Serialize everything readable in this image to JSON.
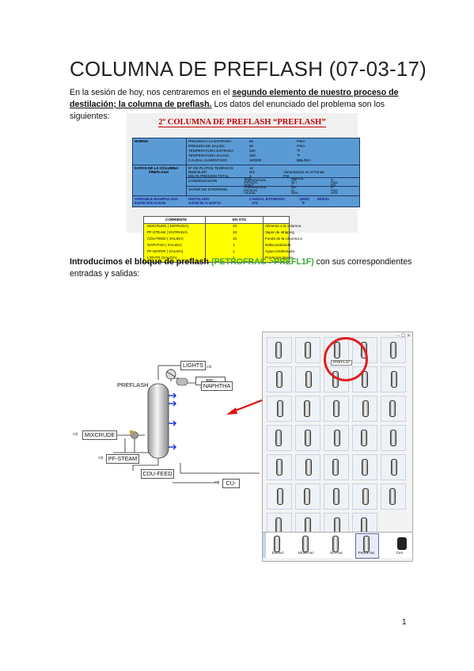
{
  "title": "COLUMNA DE PREFLASH (07-03-17)",
  "intro": {
    "part1": "En la sesión de hoy, nos centraremos en el ",
    "bold_underlined": "segundo elemento de nuestro proceso de destilación; la columna de preflash.",
    "part2": " Los datos del enunciado del problema son los siguientes:"
  },
  "enunciado": {
    "title": "2º COLUMNA DE PREFLASH “PREFLASH”",
    "horno": {
      "label": "HORNO",
      "rows": [
        [
          "PRESION A LA ENTRADA",
          "60",
          "PSIA"
        ],
        [
          "PRESION DE SALIDA",
          "50",
          "PSIA"
        ],
        [
          "TEMPERATURA ENTRADA",
          "200",
          "ºF"
        ],
        [
          "TEMPERATURA SALIDA",
          "450",
          "ºF"
        ],
        [
          "CAUDAL ALIMENTADO",
          "100000",
          "BBL/DÍA"
        ]
      ]
    },
    "columna": {
      "label1": "DATOS DE LA COLUMNA",
      "label2": "PREFLASH",
      "rows": [
        [
          "Nº DE PLATOS TEORICOS",
          "10",
          ""
        ],
        [
          "REBOILER",
          "NO",
          "Alimentación en el Fondo"
        ],
        [
          "DELTA PRESION TOTAL",
          "3",
          "PSI"
        ]
      ],
      "condensador_label": "CONDENSADOR",
      "condensador": [
        [
          "TIPO",
          "PARCIAL",
          ""
        ],
        [
          "TEMPERATURA",
          "170",
          "ºF"
        ],
        [
          "PRESION",
          "39.7",
          "PSIA"
        ],
        [
          "Delta P",
          "2",
          "PSI"
        ]
      ],
      "vapor_label": "VAPOR DE STRIPPING",
      "vapor": [
        [
          "TEMPERATURA",
          "400",
          "ºF"
        ],
        [
          "PRESION",
          "60",
          "PSIA"
        ],
        [
          "CAUDAL",
          "5000",
          "LB/H"
        ]
      ]
    },
    "variable": {
      "label1": "VARIABLE MANIPULADA",
      "label2": "ESPECIFICACION",
      "row1": [
        "DESTILADO",
        "CAUDAL ESTIMADO",
        "15000",
        "bbl/día"
      ],
      "row2": [
        "ASTM 95 % NAFTA",
        "375",
        "ºF"
      ]
    },
    "streams": {
      "headers": [
        "CORRIENTE",
        "EN STG"
      ],
      "rows": [
        [
          "MIXCRUDE ( ENTRADA)",
          "10",
          "Alimento a la columna"
        ],
        [
          "PF-STEAM ( ENTRADA)",
          "10",
          "Vapor de stripping"
        ],
        [
          "CDU-FEED ( SALIDA)",
          "10",
          "Fondo de la columna a"
        ],
        [
          "NAPHTHA ( SALIDA)",
          "1",
          "Nafta producida"
        ],
        [
          "PF-WATER ( SALIDA)",
          "1",
          "Agua condensada"
        ],
        [
          "LIGHTS (SALIDA)",
          "1",
          "Productos ligeros"
        ]
      ]
    }
  },
  "block_intro": {
    "part1": "Introducimos el bloque de preflash ",
    "green": "(PETROFRAC->PREFL1F)",
    "part2": " con sus correspondientes entradas y salidas:"
  },
  "flowsheet": {
    "block_name": "PREFLASH",
    "streams": [
      "LIGHTS",
      "PF-WATER",
      "NAPHTHA",
      "MIXCRUDE",
      "PF-STEAM",
      "CDU-FEED",
      "CU-"
    ]
  },
  "palette": {
    "tooltip": "PREFL1F",
    "toolbar": [
      "Extract",
      "MultiFrac",
      "SCFrac",
      "PetroFrac",
      "Cen"
    ]
  },
  "colors": {
    "title": "#c00000",
    "table": "#5b9bd5",
    "yellow": "#ffff00",
    "arrow": "#e01010",
    "highlight": "#e02020"
  },
  "page_number": "1"
}
